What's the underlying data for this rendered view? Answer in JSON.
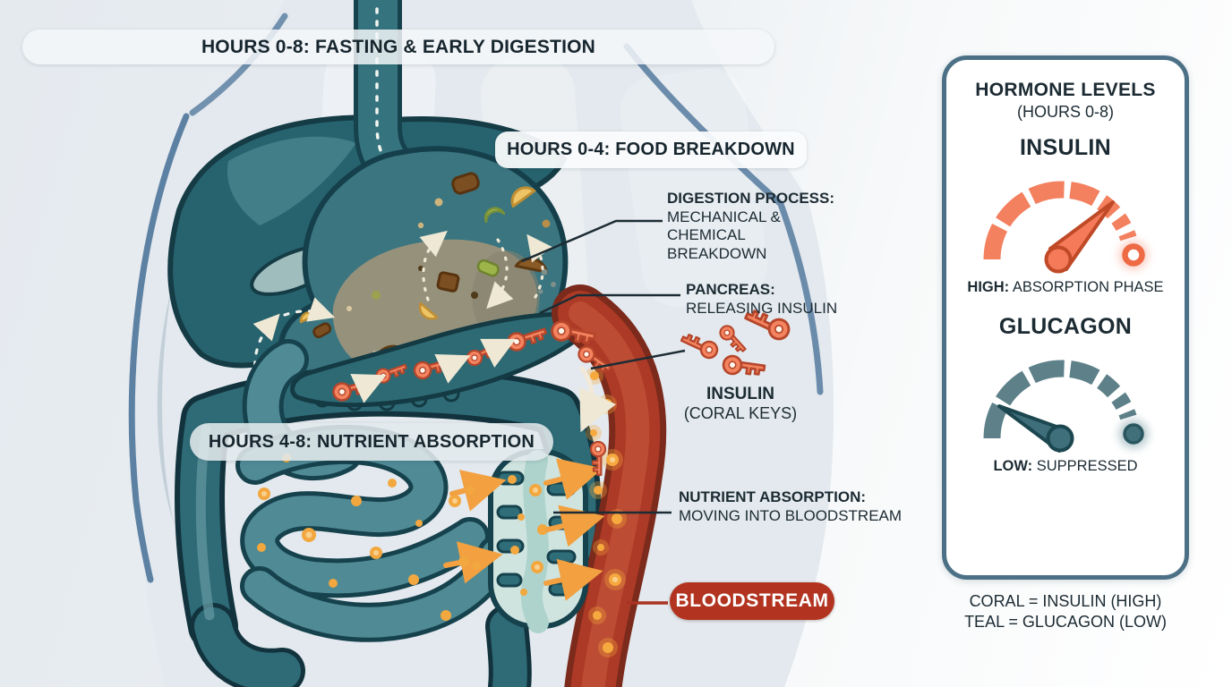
{
  "banners": {
    "phase1": "HOURS 0-8: FASTING & EARLY DIGESTION",
    "phase2": "HOURS 0-4: FOOD BREAKDOWN",
    "phase3": "HOURS 4-8: NUTRIENT ABSORPTION"
  },
  "annotations": {
    "digestion": {
      "title": "DIGESTION PROCESS:",
      "body": "MECHANICAL & CHEMICAL BREAKDOWN"
    },
    "pancreas": {
      "title": "PANCREAS:",
      "body": "RELEASING INSULIN"
    },
    "insulin_keys": {
      "title": "INSULIN",
      "subtitle": "(CORAL KEYS)"
    },
    "nutrient": {
      "title": "NUTRIENT ABSORPTION:",
      "body": "MOVING INTO BLOODSTREAM"
    },
    "bloodstream": "BLOODSTREAM"
  },
  "hormone_panel": {
    "title": "HORMONE LEVELS",
    "subtitle": "(HOURS 0-8)",
    "insulin": {
      "name": "INSULIN",
      "status_label": "HIGH:",
      "status_desc": "ABSORPTION PHASE",
      "level": "high"
    },
    "glucagon": {
      "name": "GLUCAGON",
      "status_label": "LOW:",
      "status_desc": "SUPPRESSED",
      "level": "low"
    },
    "legend": [
      "CORAL = INSULIN (HIGH)",
      "TEAL = GLUCAGON (LOW)"
    ]
  },
  "colors": {
    "coral_insulin": "#F4795B",
    "teal_glucagon": "#5D8089",
    "organ_teal": "#2E6B76",
    "blood_red": "#AD3A26",
    "nutrient_orange": "#F2A73F",
    "panel_border": "#4C7186",
    "text_dark": "#1C2B33"
  }
}
